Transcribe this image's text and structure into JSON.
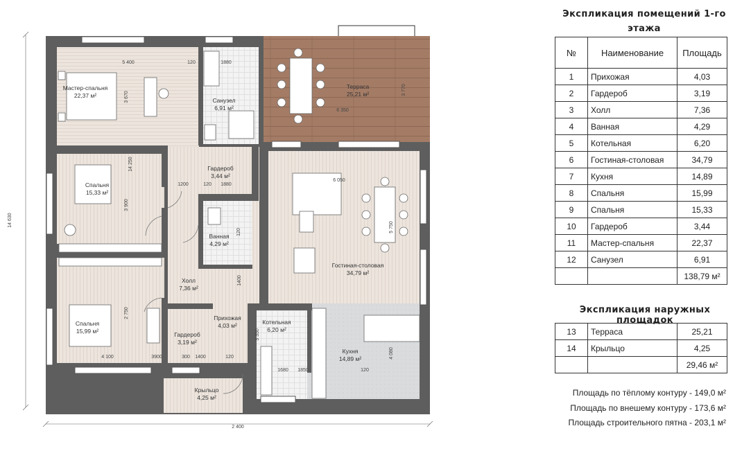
{
  "plan": {
    "rooms": [
      {
        "name": "Мастер-спальня",
        "area": "22,37 м²"
      },
      {
        "name": "Терраса",
        "area": "25,21 м²"
      },
      {
        "name": "Санузел",
        "area": "6,91 м²"
      },
      {
        "name": "Гардероб",
        "area": "3,44 м²"
      },
      {
        "name": "Спальня",
        "area": "15,33 м²"
      },
      {
        "name": "Ванная",
        "area": "4,29 м²"
      },
      {
        "name": "Гостиная-столовая",
        "area": "34,79 м²"
      },
      {
        "name": "Холл",
        "area": "7,36 м²"
      },
      {
        "name": "Прихожая",
        "area": "4,03 м²"
      },
      {
        "name": "Котельная",
        "area": "6,20 м²"
      },
      {
        "name": "Гардероб",
        "area": "3,19 м²"
      },
      {
        "name": "Спальня",
        "area": "15,99 м²"
      },
      {
        "name": "Кухня",
        "area": "14,89 м²"
      },
      {
        "name": "Крыльцо",
        "area": "4,25 м²"
      }
    ],
    "dims": [
      "5 400",
      "120",
      "1880",
      "3 770",
      "6 350",
      "3 670",
      "1200",
      "120",
      "1880",
      "6 050",
      "3 900",
      "5 750",
      "1400",
      "120",
      "2 750",
      "4 100",
      "3900",
      "300",
      "1400",
      "120",
      "1680",
      "1850",
      "120",
      "4 080",
      "3 350",
      "2 400",
      "14 630",
      "14 250",
      "300"
    ]
  },
  "rooms_table": {
    "title": "Экспликация помещений 1-го этажа",
    "headers": [
      "№",
      "Наименование",
      "Площадь"
    ],
    "rows": [
      [
        "1",
        "Прихожая",
        "4,03"
      ],
      [
        "2",
        "Гардероб",
        "3,19"
      ],
      [
        "3",
        "Холл",
        "7,36"
      ],
      [
        "4",
        "Ванная",
        "4,29"
      ],
      [
        "5",
        "Котельная",
        "6,20"
      ],
      [
        "6",
        "Гостиная-столовая",
        "34,79"
      ],
      [
        "7",
        "Кухня",
        "14,89"
      ],
      [
        "8",
        "Спальня",
        "15,99"
      ],
      [
        "9",
        "Спальня",
        "15,33"
      ],
      [
        "10",
        "Гардероб",
        "3,44"
      ],
      [
        "11",
        "Мастер-спальня",
        "22,37"
      ],
      [
        "12",
        "Санузел",
        "6,91"
      ]
    ],
    "total": "138,79 м²"
  },
  "outdoor_table": {
    "title": "Экспликация наружных площадок",
    "rows": [
      [
        "13",
        "Терраса",
        "25,21"
      ],
      [
        "14",
        "Крыльцо",
        "4,25"
      ]
    ],
    "total": "29,46 м²"
  },
  "notes": [
    "Площадь по тёплому контуру  - 149,0 м²",
    "Площадь по внешему контуру - 173,6 м²",
    "Площадь строительного пятна - 203,1 м²"
  ]
}
